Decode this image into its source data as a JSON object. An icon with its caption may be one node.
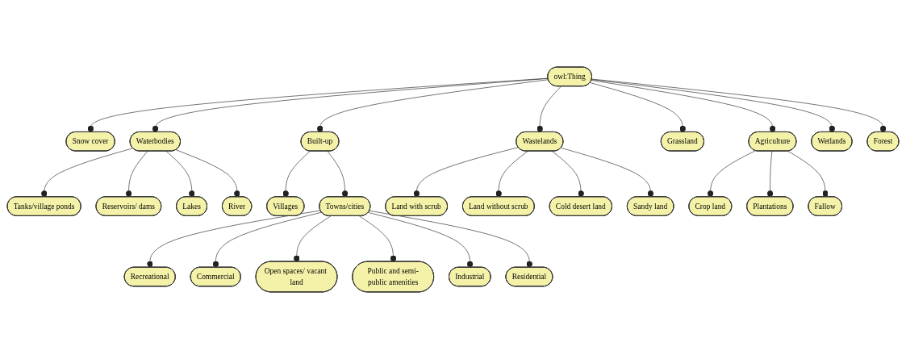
{
  "diagram": {
    "nodes": [
      {
        "text": [
          "owl:Thing"
        ]
      },
      {
        "text": [
          "Snow cover"
        ]
      },
      {
        "text": [
          "Waterbodies"
        ]
      },
      {
        "text": [
          "Built-up"
        ]
      },
      {
        "text": [
          "Wastelands"
        ]
      },
      {
        "text": [
          "Agriculture"
        ]
      },
      {
        "text": [
          "Wetlands"
        ]
      },
      {
        "text": [
          "Forest"
        ]
      },
      {
        "text": [
          "Grassland"
        ]
      },
      {
        "text": [
          "Tanks/village ponds"
        ]
      },
      {
        "text": [
          "River"
        ]
      },
      {
        "text": [
          "Land without scrub"
        ]
      },
      {
        "text": [
          "Fallow"
        ]
      },
      {
        "text": [
          "Towns/cities"
        ]
      },
      {
        "text": [
          "Reservoirs/ dams"
        ]
      },
      {
        "text": [
          "Lakes"
        ]
      },
      {
        "text": [
          "Land with scrub"
        ]
      },
      {
        "text": [
          "Crop land"
        ]
      },
      {
        "text": [
          "Sandy land"
        ]
      },
      {
        "text": [
          "Villages"
        ]
      },
      {
        "text": [
          "Cold desert land"
        ]
      },
      {
        "text": [
          "Recreational"
        ]
      },
      {
        "text": [
          "Open spaces/ vacant land"
        ]
      },
      {
        "text": [
          "Residential"
        ]
      },
      {
        "text": [
          "Plantations"
        ]
      },
      {
        "text": [
          "Commercial"
        ]
      },
      {
        "text": [
          "Public and semi-public amenities"
        ]
      },
      {
        "text": [
          "Industrial"
        ]
      }
    ],
    "edges": [
      {
        "from": 0,
        "to": 1,
        "arrow": "other"
      },
      {
        "from": 0,
        "to": 2,
        "arrow": "other"
      },
      {
        "from": 0,
        "to": 3,
        "arrow": "other"
      },
      {
        "from": 0,
        "to": 4,
        "arrow": "other"
      },
      {
        "from": 0,
        "to": 8,
        "arrow": "other"
      },
      {
        "from": 0,
        "to": 5,
        "arrow": "other"
      },
      {
        "from": 0,
        "to": 6,
        "arrow": "other"
      },
      {
        "from": 0,
        "to": 7,
        "arrow": "other"
      },
      {
        "from": 2,
        "to": 9,
        "arrow": "other"
      },
      {
        "from": 2,
        "to": 14,
        "arrow": "other"
      },
      {
        "from": 2,
        "to": 15,
        "arrow": "other"
      },
      {
        "from": 2,
        "to": 10,
        "arrow": "other"
      },
      {
        "from": 3,
        "to": 19,
        "arrow": "other"
      },
      {
        "from": 3,
        "to": 13,
        "arrow": "other"
      },
      {
        "from": 4,
        "to": 16,
        "arrow": "other"
      },
      {
        "from": 4,
        "to": 11,
        "arrow": "other"
      },
      {
        "from": 4,
        "to": 20,
        "arrow": "other"
      },
      {
        "from": 4,
        "to": 18,
        "arrow": "other"
      },
      {
        "from": 5,
        "to": 17,
        "arrow": "other"
      },
      {
        "from": 5,
        "to": 24,
        "arrow": "other"
      },
      {
        "from": 5,
        "to": 12,
        "arrow": "other"
      },
      {
        "from": 13,
        "to": 21,
        "arrow": "other"
      },
      {
        "from": 13,
        "to": 25,
        "arrow": "other"
      },
      {
        "from": 13,
        "to": 22,
        "arrow": "other"
      },
      {
        "from": 13,
        "to": 26,
        "arrow": "other"
      },
      {
        "from": 13,
        "to": 27,
        "arrow": "other"
      },
      {
        "from": 13,
        "to": 23,
        "arrow": "other"
      }
    ]
  }
}
